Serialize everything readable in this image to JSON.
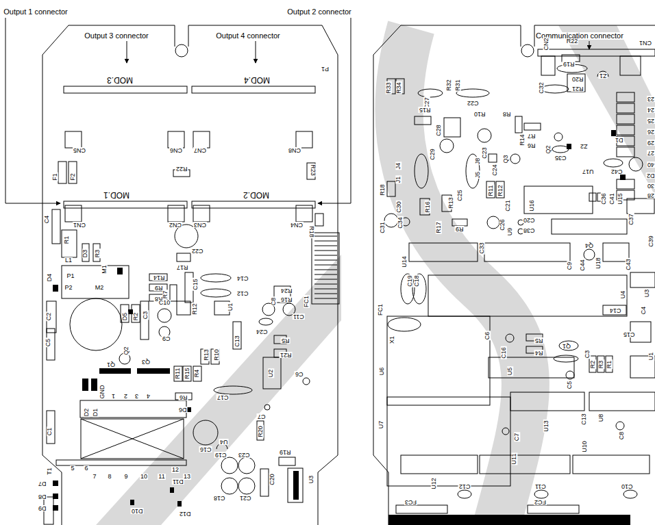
{
  "diagram": {
    "labels": [
      "Output 1 connector",
      "Output 3 connector",
      "Output 4 connector",
      "Output 2 connector",
      "Communication connector",
      "MOD.3",
      "MOD.4",
      "P1",
      "CN5",
      "CN6",
      "CN7",
      "CN8",
      "F1",
      "F2",
      "R22",
      "R23",
      "MOD.1",
      "MOD.2",
      "CN1",
      "CN2",
      "CN3",
      "CN4",
      "C4",
      "R18",
      "C22",
      "R17",
      "R1",
      "L1",
      "D3",
      "R3",
      "P1",
      "M1",
      "P2",
      "M2",
      "D4",
      "R14",
      "R9",
      "R8",
      "C15",
      "C14",
      "C12",
      "R24",
      "R16",
      "FC1",
      "C2",
      "R7",
      "C10",
      "C8",
      "C11",
      "R12",
      "U1",
      "C3",
      "D5",
      "R2",
      "C9",
      "C24",
      "C13",
      "R5",
      "C5",
      "Q1",
      "Q2",
      "Q3",
      "R13",
      "R10",
      "R21",
      "U2",
      "R11",
      "R15",
      "R4",
      "GND",
      "1",
      "2",
      "3",
      "4",
      "C6",
      "R6",
      "D6",
      "C17",
      "D2",
      "D1",
      "C7",
      "C1",
      "U4",
      "C16",
      "R20",
      "T1",
      "5",
      "6",
      "7",
      "8",
      "9",
      "10",
      "11",
      "12",
      "13",
      "C19",
      "C23",
      "R19",
      "C18",
      "C21",
      "C20",
      "U3",
      "D7",
      "D8",
      "D9",
      "D10",
      "D11",
      "D12",
      "CN1",
      "CN2",
      "R22",
      "R19",
      "R20",
      "R21",
      "Z1",
      "23",
      "24",
      "25",
      "26",
      "29",
      "27",
      "40",
      "D2",
      "30",
      "28",
      "D1",
      "Z2",
      "C35",
      "C42",
      "U17",
      "R33",
      "R34",
      "C27",
      "R32",
      "R31",
      "C22",
      "C32",
      "R15",
      "R10",
      "R8",
      "R14",
      "C28",
      "R7",
      "R6",
      "C29",
      "C23",
      "C24",
      "Q3",
      "Q2",
      "R18",
      "J1",
      "J4",
      "J5",
      "J8",
      "C30",
      "R16",
      "R13",
      "C25",
      "R11",
      "R12",
      "C21",
      "U16",
      "C36",
      "C41",
      "U15",
      "C37",
      "C39",
      "C31",
      "C34",
      "R17",
      "R9",
      "C26",
      "U9",
      "C20",
      "C38",
      "C33",
      "U14",
      "C9",
      "C44",
      "Q4",
      "U18",
      "C43",
      "U4",
      "U3",
      "FC1",
      "C19",
      "C18",
      "X1",
      "C14",
      "C4",
      "C15",
      "U6",
      "C6",
      "C16",
      "R5",
      "R4",
      "Q1",
      "C3",
      "U1",
      "U5",
      "R2",
      "R3",
      "R1",
      "C5",
      "U7",
      "C7",
      "U11",
      "U13",
      "C13",
      "U8",
      "U10",
      "C8",
      "U12",
      "C12",
      "C11",
      "C10",
      "FC3",
      "FC2"
    ]
  }
}
